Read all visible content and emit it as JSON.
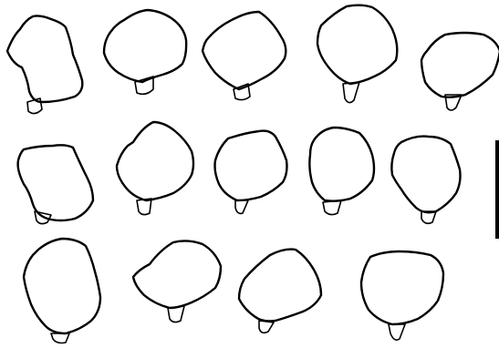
{
  "figure": {
    "items": [
      {
        "row": 1,
        "index": 1
      },
      {
        "row": 1,
        "index": 2
      },
      {
        "row": 1,
        "index": 3
      },
      {
        "row": 1,
        "index": 4
      },
      {
        "row": 1,
        "index": 5
      },
      {
        "row": 2,
        "index": 1
      },
      {
        "row": 2,
        "index": 2
      },
      {
        "row": 2,
        "index": 3
      },
      {
        "row": 2,
        "index": 4
      },
      {
        "row": 2,
        "index": 5
      },
      {
        "row": 3,
        "index": 1
      },
      {
        "row": 3,
        "index": 2
      },
      {
        "row": 3,
        "index": 3
      },
      {
        "row": 3,
        "index": 4
      }
    ],
    "colors": {
      "stroke": "#000000",
      "fill": "#ffffff",
      "background": "#ffffff"
    }
  }
}
